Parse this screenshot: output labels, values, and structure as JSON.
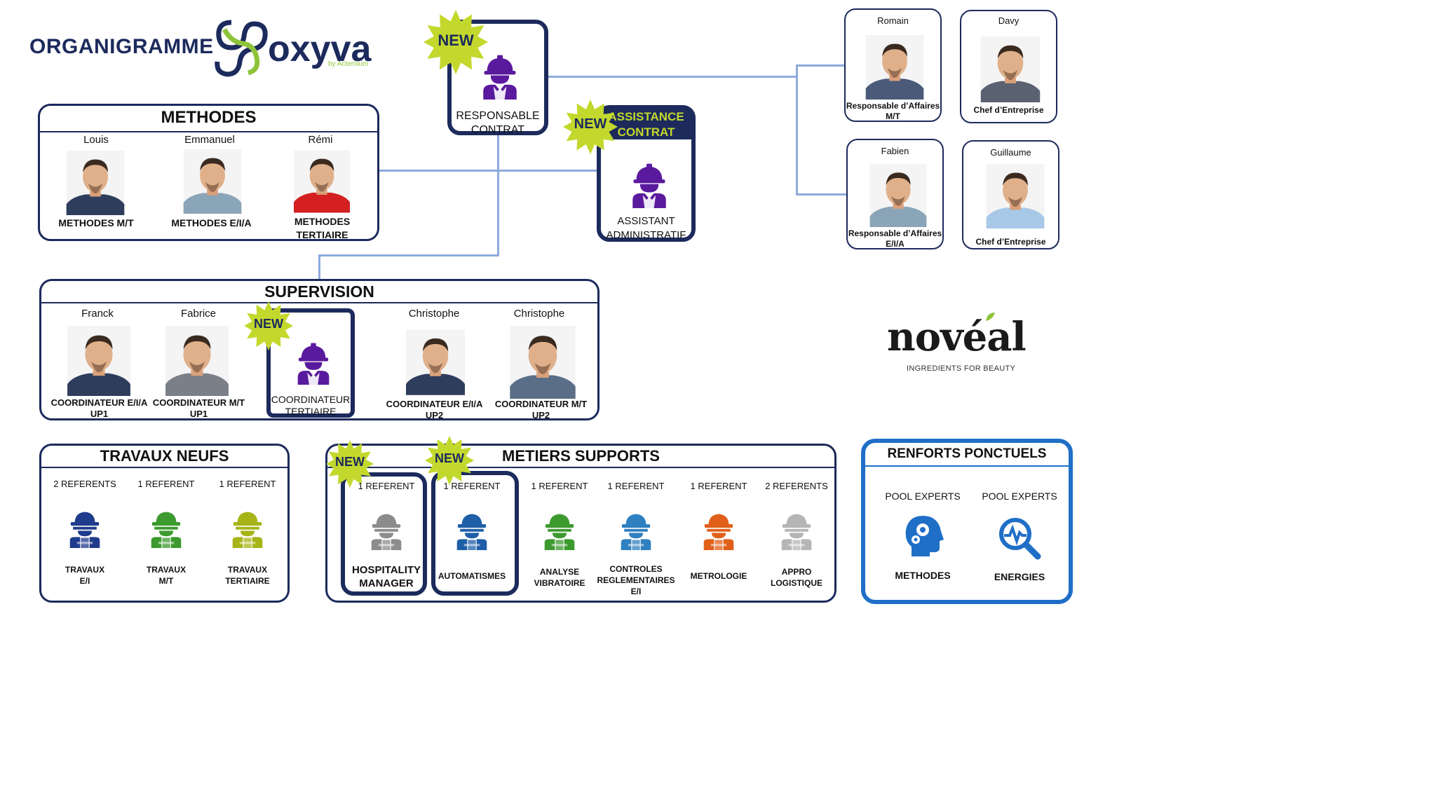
{
  "header": {
    "title": "ORGANIGRAMME",
    "logo_text": "oxyva",
    "logo_sub": "by Actemium"
  },
  "new_label": "NEW",
  "responsable": {
    "role_line1": "RESPONSABLE",
    "role_line2": "CONTRAT"
  },
  "assistance": {
    "title_line1": "ASSISTANCE",
    "title_line2": "CONTRAT",
    "role_line1": "ASSISTANT",
    "role_line2": "ADMINISTRATIF"
  },
  "methodes": {
    "title": "METHODES",
    "people": [
      {
        "name": "Louis",
        "role1": "METHODES M/T",
        "role2": ""
      },
      {
        "name": "Emmanuel",
        "role1": "METHODES E/I/A",
        "role2": ""
      },
      {
        "name": "Rémi",
        "role1": "METHODES",
        "role2": "TERTIAIRE"
      }
    ]
  },
  "client_side": {
    "people": [
      {
        "name": "Romain",
        "role1": "Responsable d’Affaires",
        "role2": "M/T"
      },
      {
        "name": "Davy",
        "role1": "Chef d’Entreprise",
        "role2": ""
      },
      {
        "name": "Fabien",
        "role1": "Responsable d’Affaires",
        "role2": "E/I/A"
      },
      {
        "name": "Guillaume",
        "role1": "Chef d’Entreprise",
        "role2": ""
      }
    ]
  },
  "supervision": {
    "title": "SUPERVISION",
    "people": [
      {
        "name": "Franck",
        "role1": "COORDINATEUR E/I/A",
        "role2": "UP1"
      },
      {
        "name": "Fabrice",
        "role1": "COORDINATEUR M/T",
        "role2": "UP1"
      },
      {
        "name": "Christophe",
        "role1": "COORDINATEUR E/I/A",
        "role2": "UP2"
      },
      {
        "name": "Christophe",
        "role1": "COORDINATEUR M/T",
        "role2": "UP2"
      }
    ],
    "new_role1": "COORDINATEUR",
    "new_role2": "TERTIAIRE"
  },
  "noveal": {
    "logo": "novéal",
    "tagline": "INGREDIENTS FOR BEAUTY"
  },
  "travaux": {
    "title": "TRAVAUX NEUFS",
    "items": [
      {
        "ref": "2 REFERENTS",
        "l1": "TRAVAUX",
        "l2": "E/I",
        "color": "#1f3b8c"
      },
      {
        "ref": "1 REFERENT",
        "l1": "TRAVAUX",
        "l2": "M/T",
        "color": "#3c9a2e"
      },
      {
        "ref": "1 REFERENT",
        "l1": "TRAVAUX",
        "l2": "TERTIAIRE",
        "color": "#a6b417"
      }
    ]
  },
  "metiers": {
    "title": "METIERS SUPPORTS",
    "items": [
      {
        "ref": "1 REFERENT",
        "l1": "HOSPITALITY",
        "l2": "MANAGER",
        "l3": "",
        "color": "#8c8c8c"
      },
      {
        "ref": "1 REFERENT",
        "l1": "AUTOMATISMES",
        "l2": "",
        "l3": "",
        "color": "#1f5fa8"
      },
      {
        "ref": "1 REFERENT",
        "l1": "ANALYSE",
        "l2": "VIBRATOIRE",
        "l3": "",
        "color": "#3c9a2e"
      },
      {
        "ref": "1 REFERENT",
        "l1": "CONTROLES",
        "l2": "REGLEMENTAIRES",
        "l3": "E/I",
        "color": "#2f80c0"
      },
      {
        "ref": "1 REFERENT",
        "l1": "METROLOGIE",
        "l2": "",
        "l3": "",
        "color": "#e0601a"
      },
      {
        "ref": "2 REFERENTS",
        "l1": "APPRO",
        "l2": "LOGISTIQUE",
        "l3": "",
        "color": "#b5b5b5"
      }
    ]
  },
  "renforts": {
    "title": "RENFORTS  PONCTUELS",
    "items": [
      {
        "top": "POOL EXPERTS",
        "bottom": "METHODES"
      },
      {
        "top": "POOL EXPERTS",
        "bottom": "ENERGIES"
      }
    ]
  },
  "colors": {
    "navy": "#1c2a5c",
    "purple": "#5a1a9e",
    "accent_green": "#c3d82c",
    "line": "#8eaadb",
    "renforts_border": "#1f6fc7"
  }
}
